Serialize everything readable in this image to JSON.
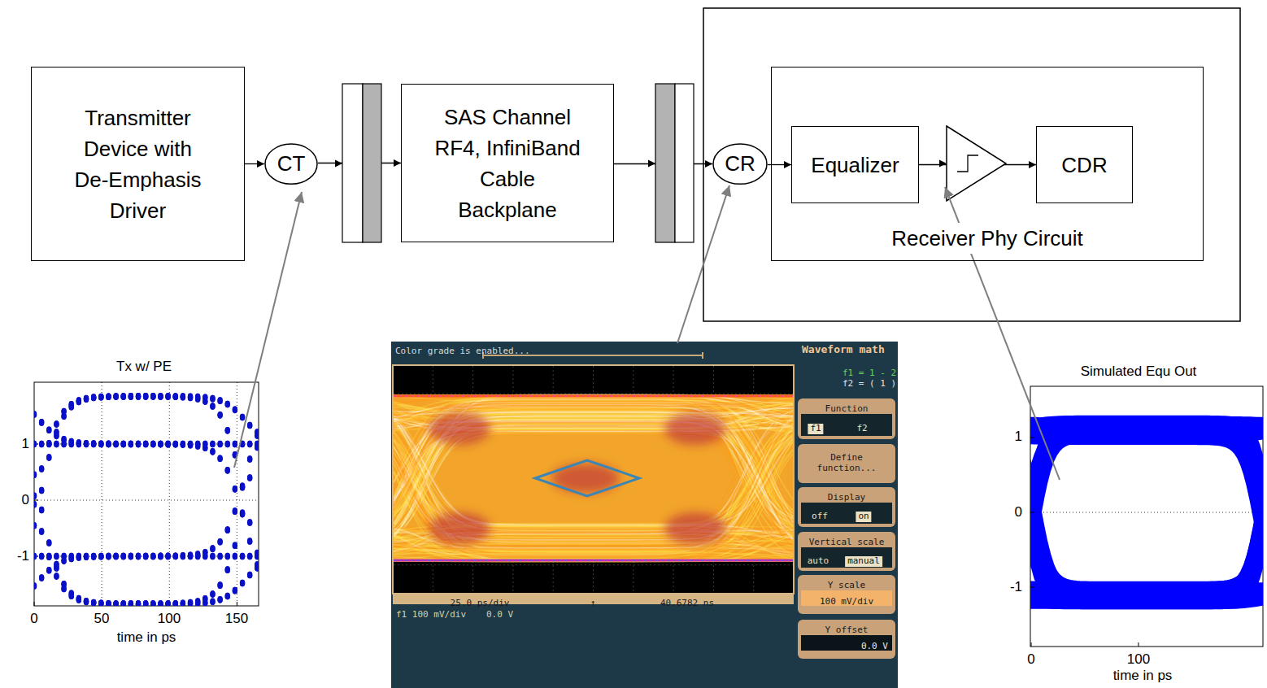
{
  "diagram": {
    "nodes": [
      {
        "text": [
          "Transmitter Device with De-Emphasis Driver"
        ]
      },
      {
        "text": [
          "CT"
        ]
      },
      {
        "text": [
          "SAS Channel RF4, InfiniBand Cable Backplane"
        ]
      },
      {
        "text": [
          "CR"
        ]
      },
      {
        "text": [
          "Receiver Phy Circuit"
        ]
      },
      {
        "text": [
          "Equalizer"
        ],
        "in": 4
      },
      {
        "text": [
          "CDR"
        ],
        "in": 4
      }
    ],
    "edges": [
      {
        "from": 0,
        "to": 1,
        "arrow": "to"
      },
      {
        "from": 1,
        "to": 2,
        "arrow": "to"
      },
      {
        "from": 2,
        "to": 3,
        "arrow": "to"
      },
      {
        "from": 3,
        "to": 5,
        "arrow": "to"
      },
      {
        "from": 5,
        "to": 6,
        "arrow": "to"
      }
    ],
    "labels": [
      "Tx w/ PE",
      "1",
      "0",
      "-1",
      "0",
      "50",
      "100",
      "150",
      "time in ps",
      "Color grade is enabled...",
      "Waveform math",
      "f1 = 1 - 2",
      "f2 = ( 1 )",
      "Function",
      "f1",
      "f2",
      "Define function...",
      "Display",
      "off",
      "on",
      "Vertical scale",
      "auto",
      "manual",
      "Y scale",
      "100 mV/div",
      "Y offset",
      "0.0 V",
      "25.0 ps/div",
      "↑",
      "40.6782 ns",
      "f1 100 mV/div",
      "0.0 V",
      "Simulated Equ Out",
      "1",
      "0",
      "-1",
      "0",
      "100",
      "time in ps"
    ]
  }
}
